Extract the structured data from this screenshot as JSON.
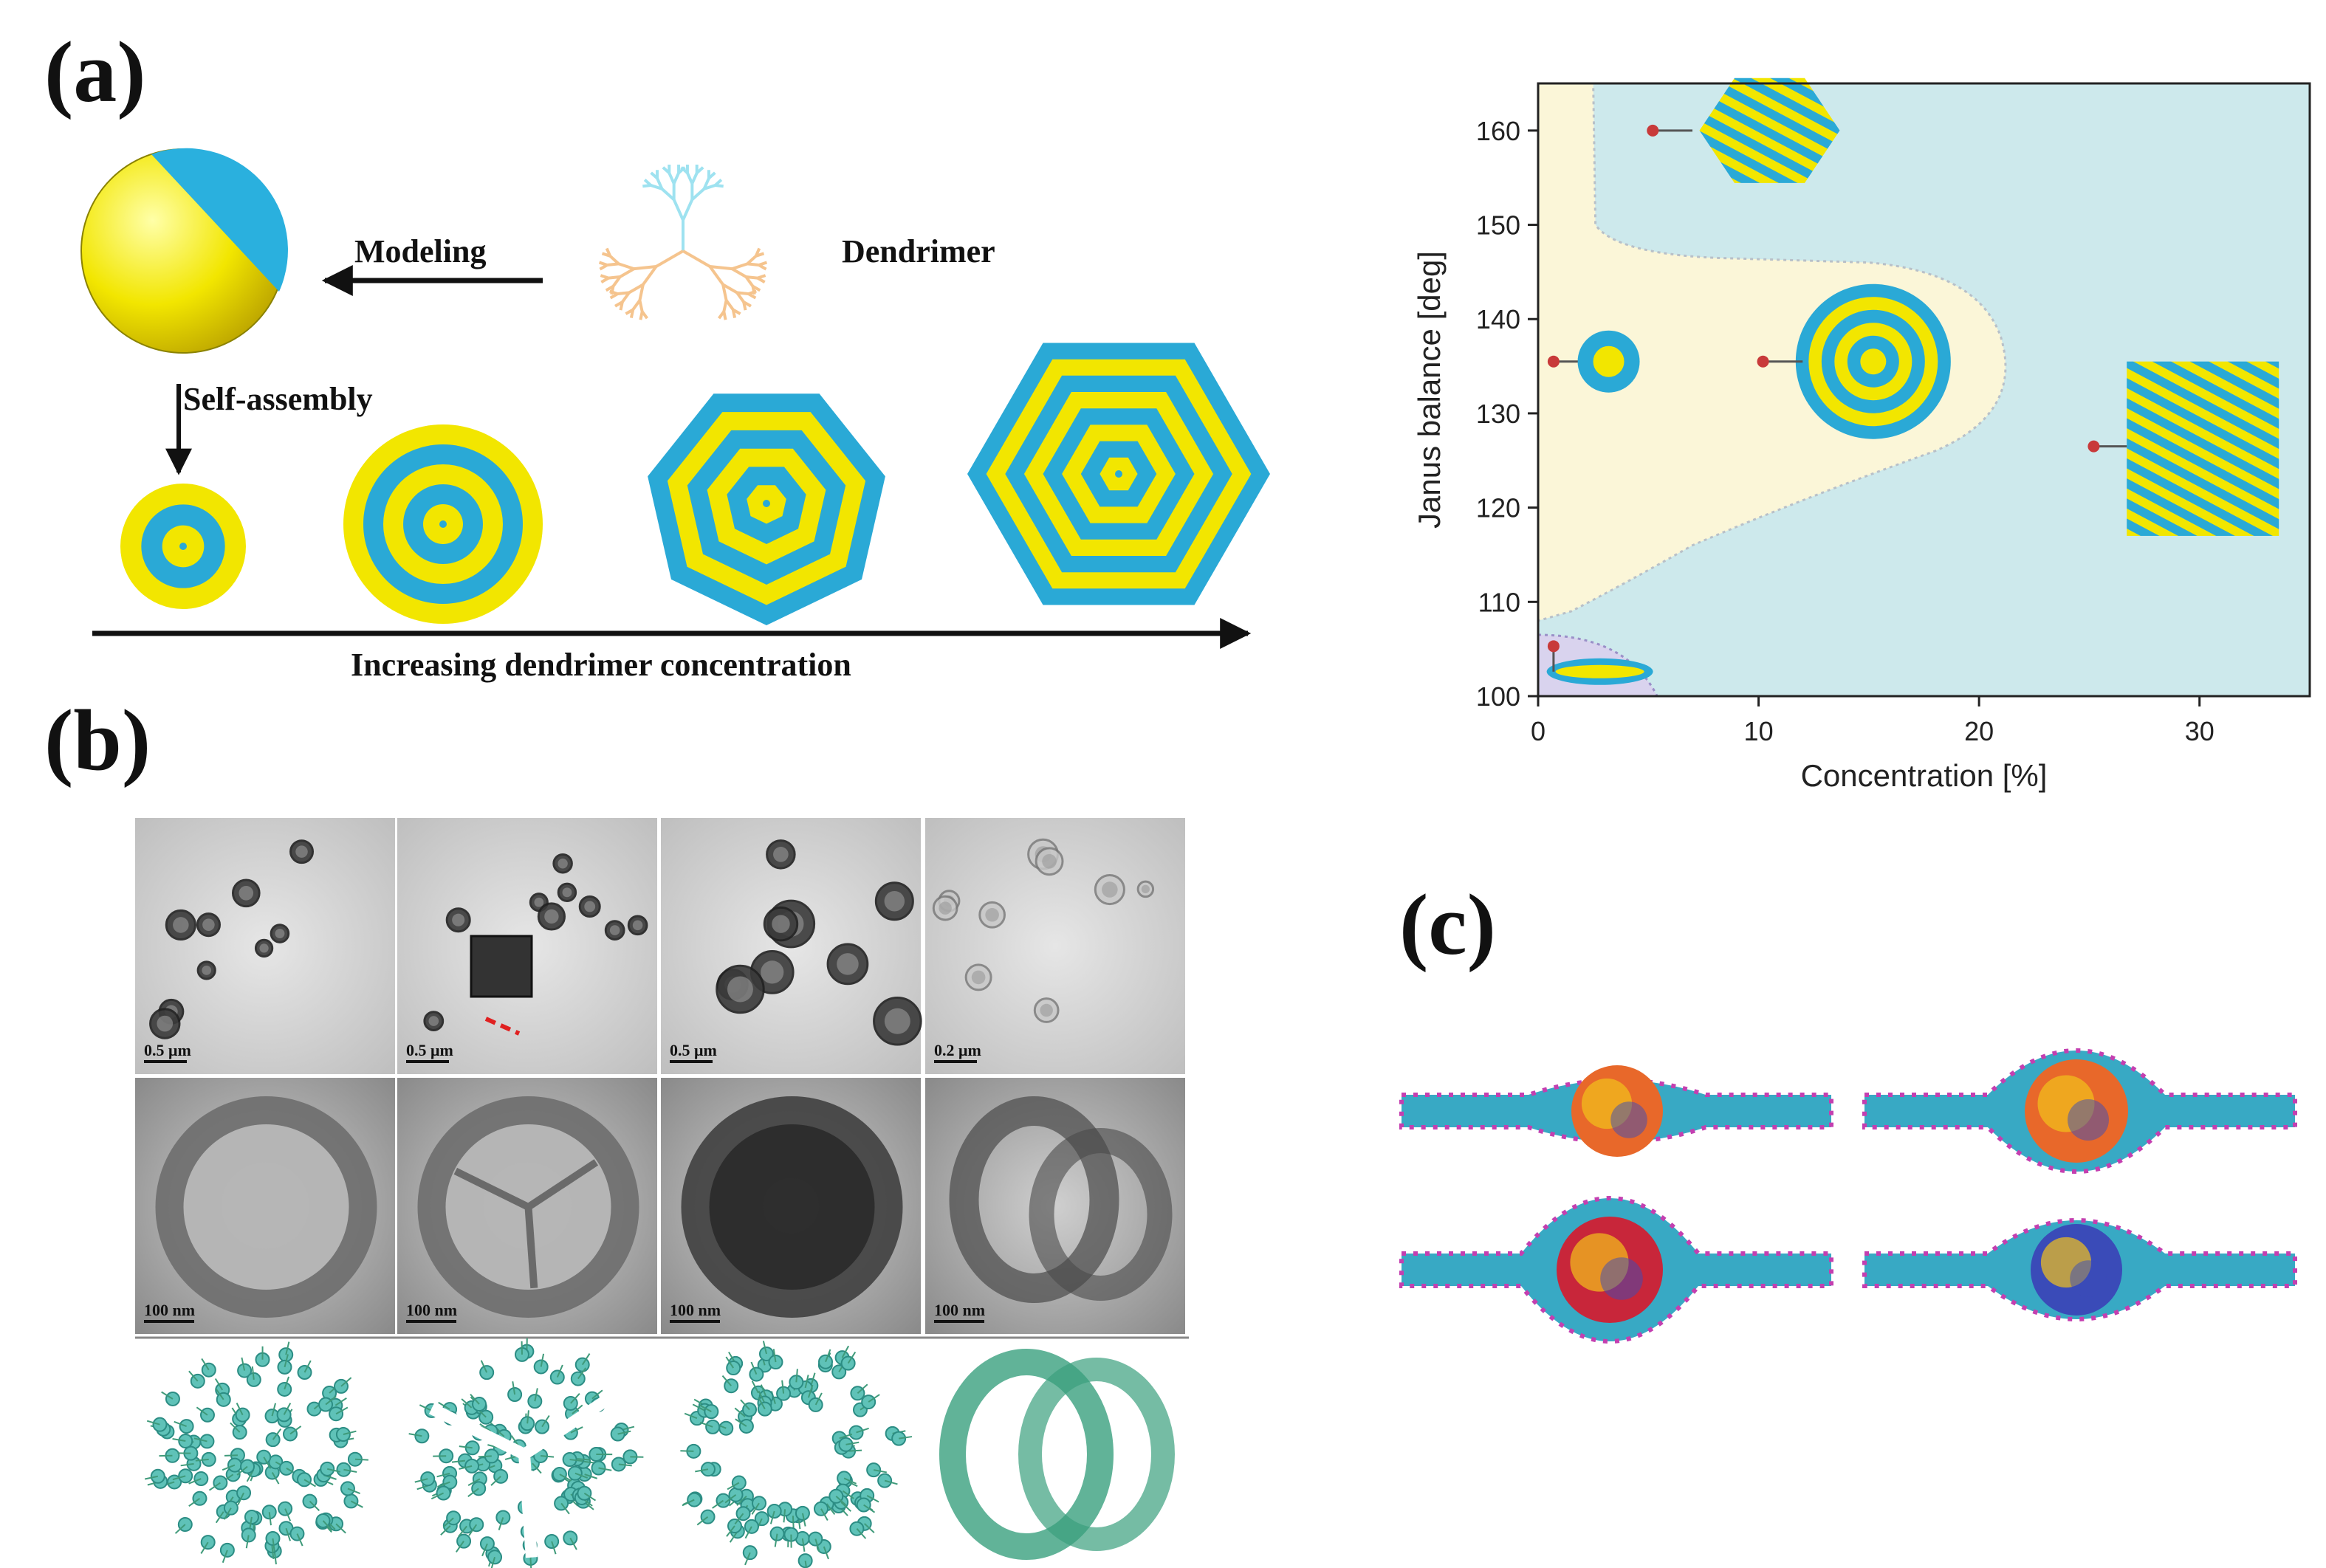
{
  "panel_a": {
    "label": "(a)",
    "modeling_label": "Modeling",
    "dendrimer_label": "Dendrimer",
    "self_assembly_label": "Self-assembly",
    "concentration_arrow_label": "Increasing dendrimer concentration"
  },
  "panel_b": {
    "label": "(b)",
    "scale_top": [
      "0.5 μm",
      "0.5 μm",
      "0.5 μm",
      "0.2 μm"
    ],
    "scale_bottom": [
      "100 nm",
      "100 nm",
      "100 nm",
      "100 nm"
    ]
  },
  "panel_c": {
    "label": "(c)"
  },
  "colors": {
    "janus_yellow": "#f2e600",
    "janus_cyan": "#2aa9d6",
    "phase_blue": "#cde9ec",
    "phase_cream": "#fbf6d8",
    "phase_lilac": "#d9d3ee",
    "marker_red": "#c83a3a",
    "membrane_cyan": "#38a9c4",
    "membrane_magenta": "#c43fb0"
  },
  "chart_data": {
    "type": "scatter",
    "title": "",
    "xlabel": "Concentration [%]",
    "ylabel": "Janus balance [deg]",
    "xlim": [
      0,
      35
    ],
    "ylim": [
      100,
      165
    ],
    "xticks": [
      0,
      10,
      20,
      30
    ],
    "yticks": [
      100,
      110,
      120,
      130,
      140,
      150,
      160
    ],
    "grid": false,
    "series": [
      {
        "values": [
          {
            "x": 5.2,
            "y": 160
          },
          {
            "x": 0.7,
            "y": 135.5
          },
          {
            "x": 10.2,
            "y": 135.5
          },
          {
            "x": 25.2,
            "y": 126.5
          },
          {
            "x": 0.7,
            "y": 105.3
          }
        ]
      }
    ]
  }
}
